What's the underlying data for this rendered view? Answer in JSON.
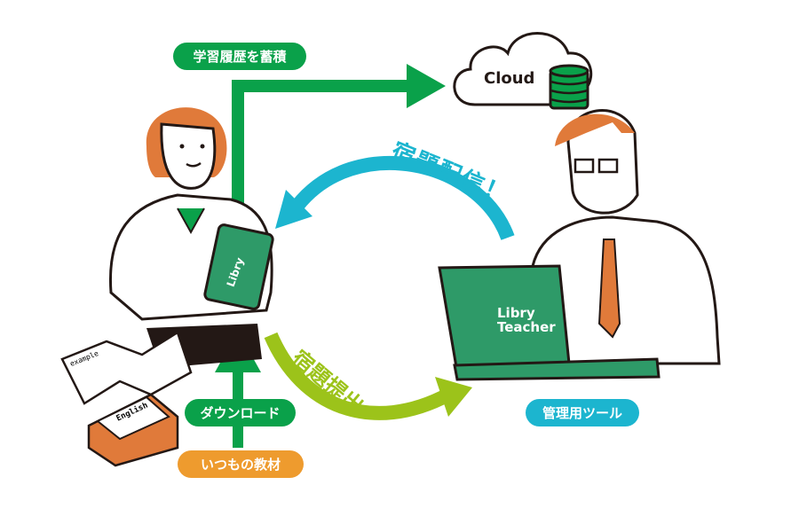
{
  "labels": {
    "accumulate_history": "学習履歴を蓄積",
    "cloud": "Cloud",
    "assign_homework": "宿題配信！",
    "submit_homework": "宿題提出",
    "download": "ダウンロード",
    "usual_materials": "いつもの教材",
    "admin_tool": "管理用ツール"
  },
  "devices": {
    "tablet_brand": "Libry",
    "laptop_brand_line1": "Libry",
    "laptop_brand_line2": "Teacher"
  },
  "books": {
    "open_book": "example",
    "stack_book": "English"
  },
  "colors": {
    "green": "#0aa14a",
    "blue": "#1cb5cf",
    "lime": "#9cc31a",
    "orange": "#ee9b2e",
    "hair": "#e07a3a",
    "screen": "#2e9a68"
  }
}
